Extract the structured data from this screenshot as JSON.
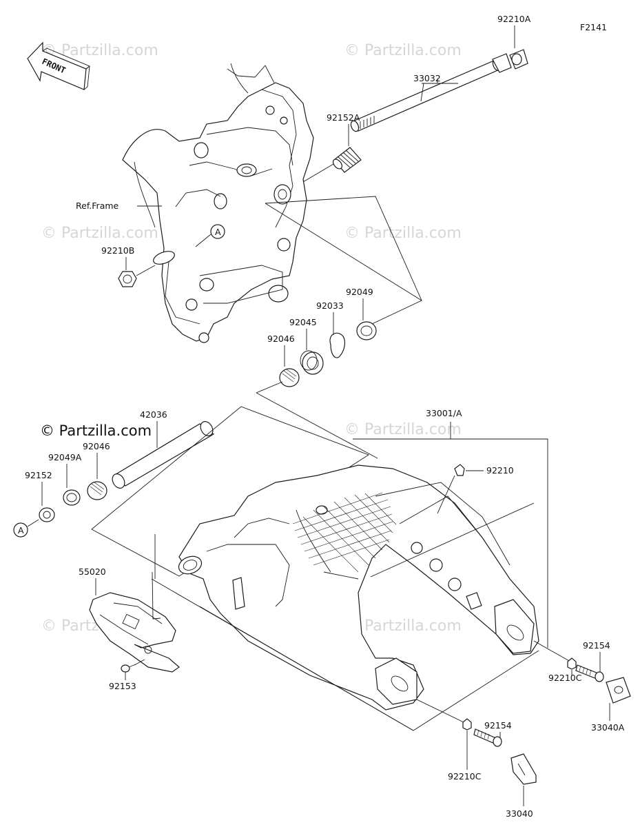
{
  "diagram": {
    "code": "F2141",
    "front_label": "FRONT",
    "ref_frame_label": "Ref.Frame",
    "ref_marker": "A",
    "copyright_text": "© Partzilla.com",
    "watermark_text": "© Partzilla.com",
    "parts": [
      {
        "id": "92210A"
      },
      {
        "id": "33032"
      },
      {
        "id": "92152A"
      },
      {
        "id": "92210B"
      },
      {
        "id": "92049"
      },
      {
        "id": "92033"
      },
      {
        "id": "92045"
      },
      {
        "id": "92046"
      },
      {
        "id": "42036"
      },
      {
        "id": "92046"
      },
      {
        "id": "92049A"
      },
      {
        "id": "92152"
      },
      {
        "id": "33001/A"
      },
      {
        "id": "92210"
      },
      {
        "id": "55020"
      },
      {
        "id": "92153"
      },
      {
        "id": "92154"
      },
      {
        "id": "92210C"
      },
      {
        "id": "33040A"
      },
      {
        "id": "92154"
      },
      {
        "id": "92210C"
      },
      {
        "id": "33040"
      }
    ]
  }
}
